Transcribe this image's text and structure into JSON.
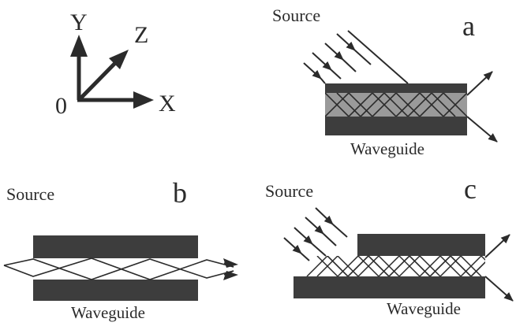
{
  "axes": {
    "y_label": "Y",
    "z_label": "Z",
    "x_label": "X",
    "origin_label": "0"
  },
  "panels": {
    "a": {
      "letter": "a",
      "source_label": "Source",
      "waveguide_label": "Waveguide"
    },
    "b": {
      "letter": "b",
      "source_label": "Source",
      "waveguide_label": "Waveguide"
    },
    "c": {
      "letter": "c",
      "source_label": "Source",
      "waveguide_label": "Waveguide"
    }
  },
  "colors": {
    "dark_layer": "#3d3d3d",
    "core_layer": "#9a9a9a",
    "ray": "#2b2b2b"
  }
}
